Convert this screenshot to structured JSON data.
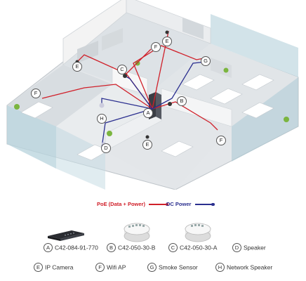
{
  "legend": {
    "poe": {
      "label": "PoE (Data + Power)",
      "color": "#d0202a"
    },
    "dc": {
      "label": "DC Power",
      "color": "#2b2f8f"
    }
  },
  "diagram_markers": [
    {
      "letter": "E"
    },
    {
      "letter": "F"
    },
    {
      "letter": "E"
    },
    {
      "letter": "C"
    },
    {
      "letter": "G"
    },
    {
      "letter": "F"
    },
    {
      "letter": "B"
    },
    {
      "letter": "A"
    },
    {
      "letter": "H"
    },
    {
      "letter": "E"
    },
    {
      "letter": "D"
    },
    {
      "letter": "F"
    }
  ],
  "keys": [
    {
      "letter": "A",
      "label": "C42-084-91-770"
    },
    {
      "letter": "B",
      "label": "C42-050-30-B"
    },
    {
      "letter": "C",
      "label": "C42-050-30-A"
    },
    {
      "letter": "D",
      "label": "Speaker"
    },
    {
      "letter": "E",
      "label": "IP Camera"
    },
    {
      "letter": "F",
      "label": "Wifi AP"
    },
    {
      "letter": "G",
      "label": "Smoke Sensor"
    },
    {
      "letter": "H",
      "label": "Network Speaker"
    }
  ],
  "colors": {
    "floor": "#dfe3e6",
    "wall": "#f2f2f2",
    "glass": "#a9c9d3",
    "desk": "#ffffff",
    "cabinet": "#cfd4d8"
  }
}
